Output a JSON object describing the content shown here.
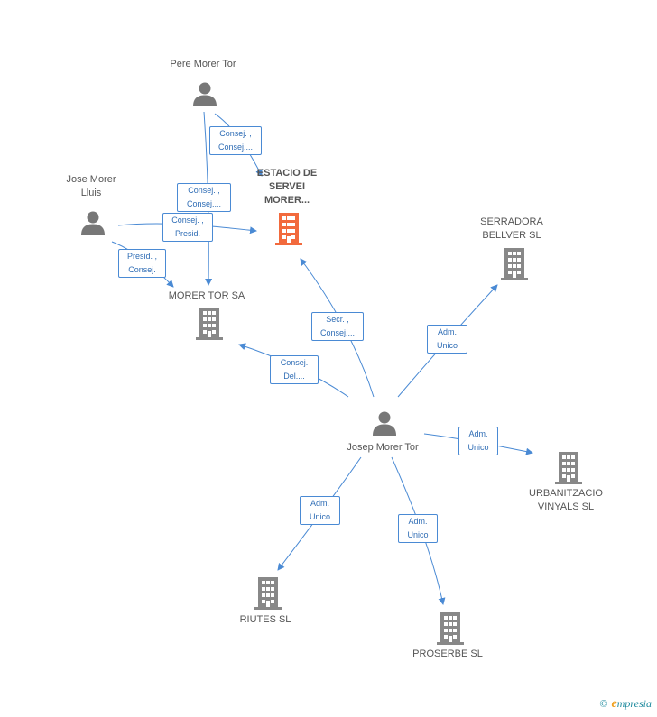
{
  "colors": {
    "edge": "#4a8ad4",
    "person": "#777777",
    "company": "#888888",
    "focus_company": "#f26a3d"
  },
  "nodes": {
    "pere": {
      "label": "Pere Morer Tor",
      "kind": "person"
    },
    "jose": {
      "label": "Jose Morer Lluis",
      "kind": "person"
    },
    "estacio": {
      "label": "ESTACIO DE SERVEI MORER...",
      "kind": "focus-company"
    },
    "morer_tor": {
      "label": "MORER TOR SA",
      "kind": "company"
    },
    "serradora": {
      "label": "SERRADORA BELLVER SL",
      "kind": "company"
    },
    "josep": {
      "label": "Josep Morer Tor",
      "kind": "person"
    },
    "urbanitzacio": {
      "label": "URBANITZACIO VINYALS SL",
      "kind": "company"
    },
    "riutes": {
      "label": "RIUTES SL",
      "kind": "company"
    },
    "proserbe": {
      "label": "PROSERBE SL",
      "kind": "company"
    }
  },
  "edges": {
    "pere_estacio": "Consej. , Consej....",
    "pere_morer": "Consej. , Consej....",
    "jose_estacio": "Consej. , Presid.",
    "jose_morer": "Presid. , Consej.",
    "josep_estacio": "Secr. , Consej....",
    "josep_morer": "Consej. Del....",
    "josep_serradora": "Adm. Unico",
    "josep_urbanitzacio": "Adm. Unico",
    "josep_riutes": "Adm. Unico",
    "josep_proserbe": "Adm. Unico"
  },
  "footer": {
    "copyright": "©",
    "brand_initial": "e",
    "brand_rest": "mpresia"
  }
}
